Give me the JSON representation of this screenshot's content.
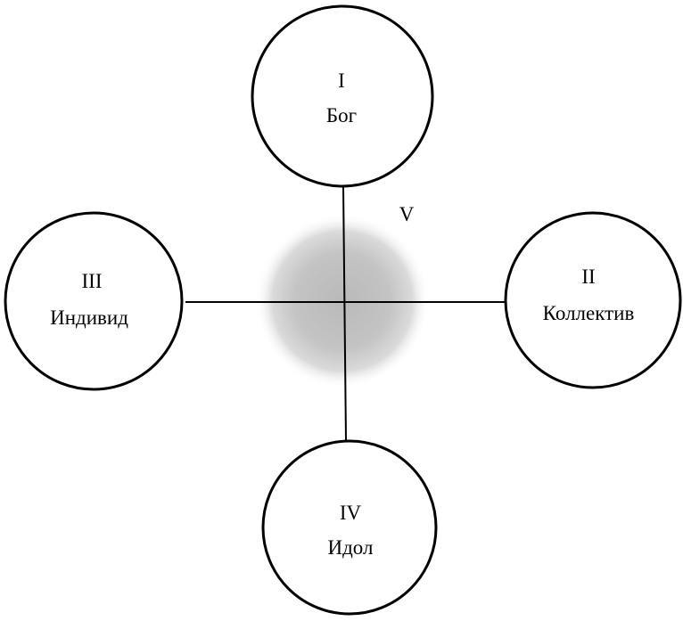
{
  "diagram": {
    "center": {
      "label": "V"
    },
    "nodes": {
      "top": {
        "numeral": "I",
        "label": "Бог"
      },
      "right": {
        "numeral": "II",
        "label": "Коллектив"
      },
      "left": {
        "numeral": "III",
        "label": "Индивид"
      },
      "bottom": {
        "numeral": "IV",
        "label": "Идол"
      }
    }
  }
}
